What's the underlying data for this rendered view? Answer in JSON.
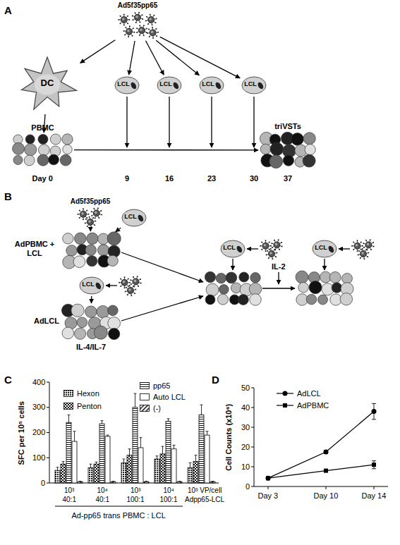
{
  "diagram": {
    "nodes": [
      {
        "text": [
          "Ad5f35pp65"
        ]
      },
      {
        "text": [
          "DC"
        ]
      },
      {
        "text": [
          "LCL"
        ]
      },
      {
        "text": [
          "LCL"
        ]
      },
      {
        "text": [
          "LCL"
        ]
      },
      {
        "text": [
          "LCL"
        ]
      },
      {
        "text": [
          "PBMC"
        ]
      },
      {
        "text": [
          "triVSTs"
        ]
      },
      {
        "text": [
          "Ad5f35pp65"
        ]
      },
      {
        "text": [
          "LCL"
        ]
      },
      {
        "text": [
          "AdPBMC + LCL"
        ]
      },
      {
        "text": [
          "LCL"
        ]
      },
      {
        "text": [
          "AdLCL",
          "IL-4/IL-7"
        ]
      },
      {
        "text": [
          "LCL"
        ]
      },
      {
        "text": [
          "LCL"
        ]
      }
    ],
    "edges": [
      {
        "from": 0,
        "to": 1,
        "arrow": "to"
      },
      {
        "from": 0,
        "to": 2,
        "arrow": "to"
      },
      {
        "from": 0,
        "to": 3,
        "arrow": "to"
      },
      {
        "from": 0,
        "to": 4,
        "arrow": "to"
      },
      {
        "from": 0,
        "to": 5,
        "arrow": "to"
      },
      {
        "from": 1,
        "to": 6,
        "arrow": "to"
      },
      {
        "from": 6,
        "to": 7,
        "arrow": "to"
      },
      {
        "from": 8,
        "to": 10,
        "arrow": "to"
      },
      {
        "from": 9,
        "to": 10,
        "arrow": "to"
      },
      {
        "from": 11,
        "to": 12,
        "arrow": "to"
      }
    ],
    "labels": [
      "A",
      "Day 0",
      "9",
      "16",
      "23",
      "30",
      "37",
      "B",
      "IL-2",
      "C",
      "0",
      "100",
      "200",
      "300",
      "400",
      "SFC per 10⁵ cells",
      "10³",
      "40:1",
      "10⁴",
      "40:1",
      "10³",
      "100:1",
      "10⁴",
      "100:1",
      "10³ VP/cell",
      "Adpp65-LCL",
      "Ad-pp65 trans PBMC : LCL",
      "D",
      "0",
      "10",
      "20",
      "30",
      "40",
      "50",
      "Cell Counts (x10⁶)",
      "Day 3",
      "Day 10",
      "Day 14"
    ],
    "legend": [
      {
        "text": "Hexon"
      },
      {
        "text": "Penton"
      },
      {
        "text": "pp65"
      },
      {
        "text": "Auto LCL"
      },
      {
        "text": "(-)"
      },
      {
        "text": "AdLCL"
      },
      {
        "text": "AdPBMC"
      }
    ]
  }
}
